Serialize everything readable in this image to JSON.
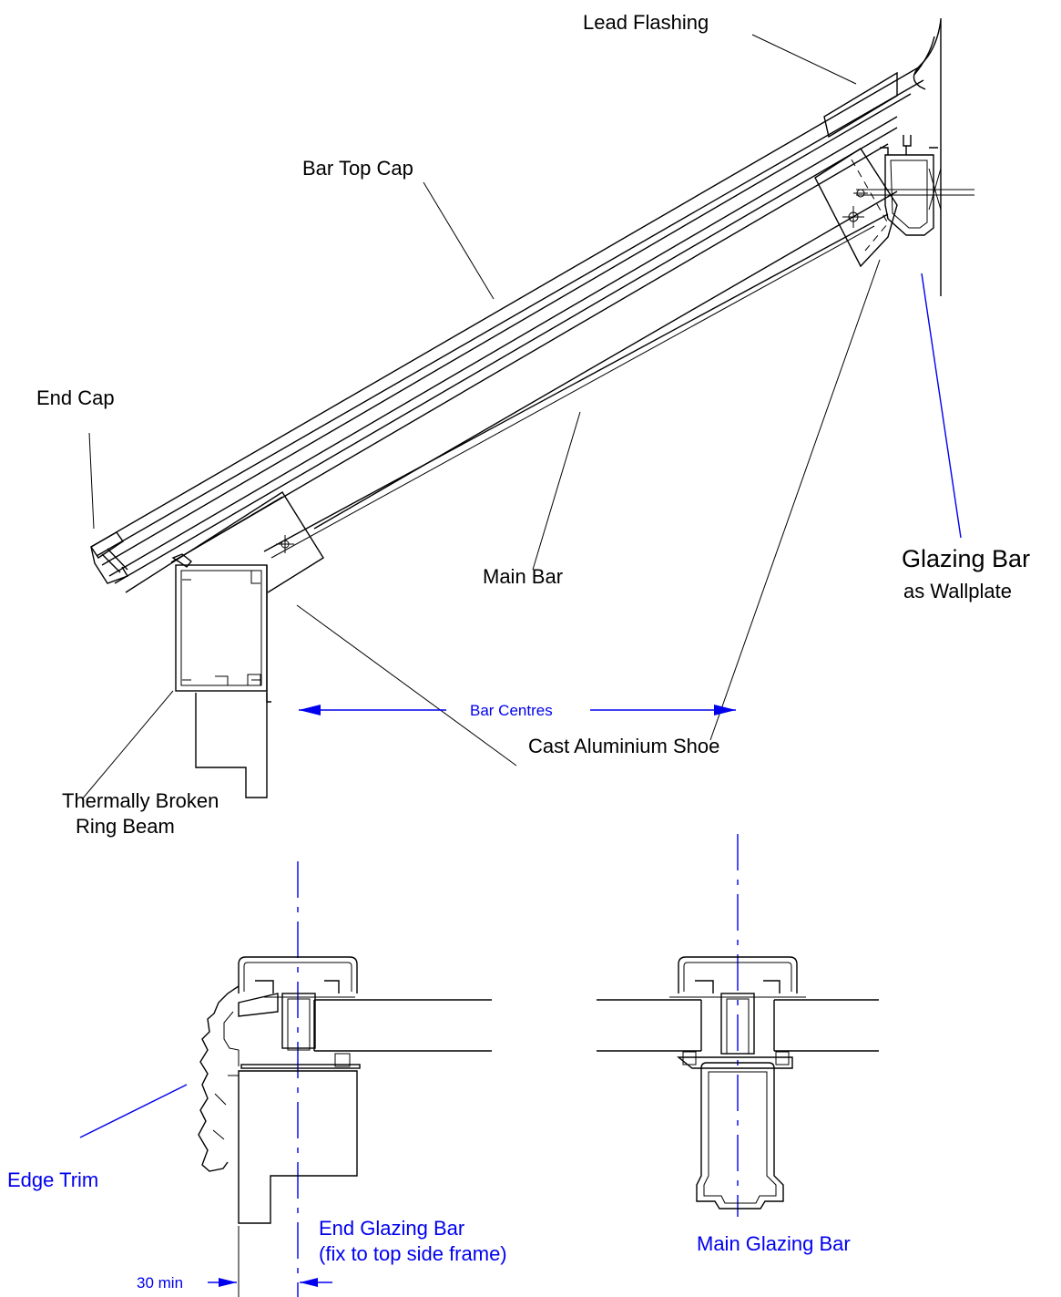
{
  "labels": {
    "lead_flashing": "Lead Flashing",
    "bar_top_cap": "Bar Top Cap",
    "end_cap": "End Cap",
    "glazing_bar": "Glazing Bar",
    "as_wallplate": "as Wallplate",
    "main_bar": "Main Bar",
    "cast_aluminium_shoe": "Cast Aluminium Shoe",
    "thermally_broken": "Thermally Broken",
    "ring_beam": "Ring Beam",
    "bar_centres": "Bar Centres",
    "edge_trim": "Edge Trim",
    "end_glazing_bar": "End Glazing Bar",
    "fix_to_top_side_frame": "(fix to top side frame)",
    "main_glazing_bar": "Main Glazing Bar",
    "thirty_min": "30 min"
  },
  "colors": {
    "line": "#000000",
    "annotation_blue": "#0000ee",
    "background": "#ffffff"
  }
}
